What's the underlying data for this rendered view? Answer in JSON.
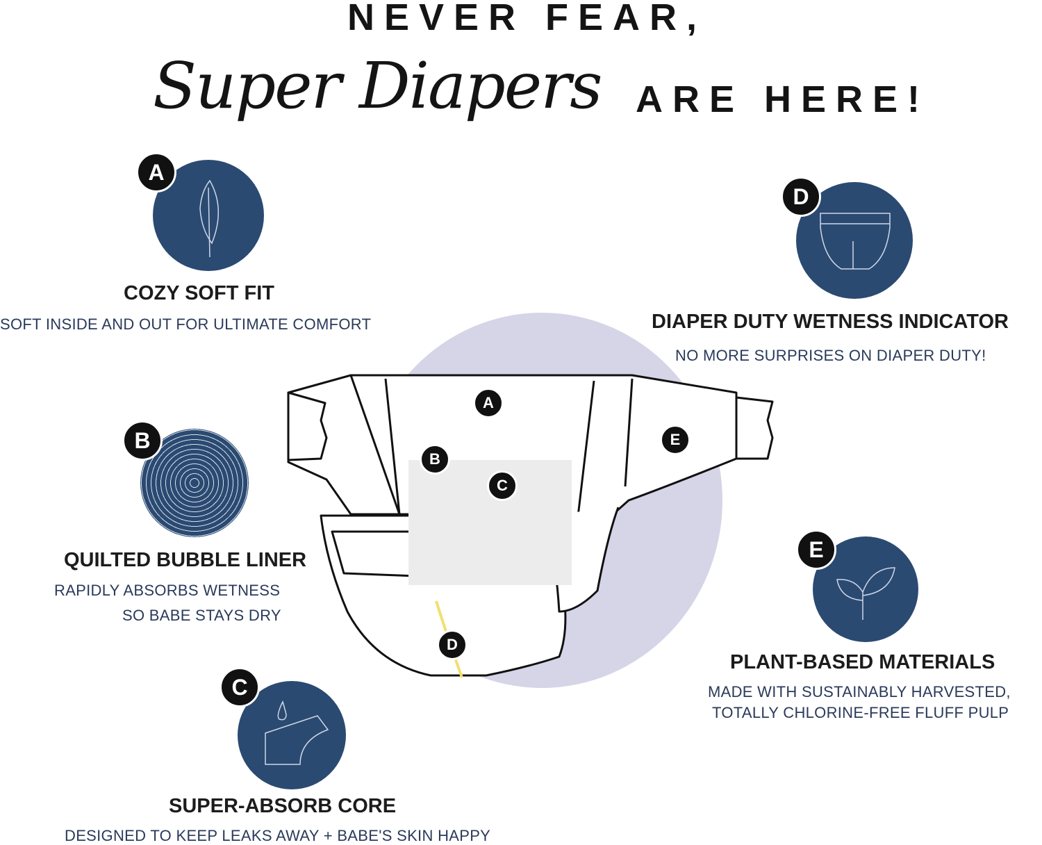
{
  "header": {
    "line1": "NEVER FEAR,",
    "script": "Super Diapers",
    "line2": "ARE HERE!"
  },
  "features": [
    {
      "letter": "A",
      "icon": "feather-icon",
      "title": "COZY SOFT FIT",
      "lines": [
        "SOFT INSIDE AND OUT FOR ULTIMATE COMFORT"
      ]
    },
    {
      "letter": "B",
      "icon": "bubble-pattern-icon",
      "title": "QUILTED BUBBLE LINER",
      "lines": [
        "RAPIDLY ABSORBS WETNESS",
        "SO BABE STAYS DRY"
      ]
    },
    {
      "letter": "C",
      "icon": "droplet-core-icon",
      "title": "SUPER-ABSORB CORE",
      "lines": [
        "DESIGNED TO KEEP LEAKS AWAY + BABE'S SKIN HAPPY"
      ]
    },
    {
      "letter": "D",
      "icon": "diaper-indicator-icon",
      "title": "DIAPER DUTY WETNESS INDICATOR",
      "lines": [
        "NO MORE SURPRISES ON DIAPER DUTY!"
      ]
    },
    {
      "letter": "E",
      "icon": "leaf-sprout-icon",
      "title": "PLANT-BASED MATERIALS",
      "lines": [
        "MADE WITH SUSTAINABLY HARVESTED,",
        "TOTALLY CHLORINE-FREE FLUFF PULP"
      ]
    }
  ],
  "diagram_markers": [
    "A",
    "B",
    "C",
    "D",
    "E"
  ],
  "colors": {
    "navy": "#2b4a72",
    "lavender": "#d6d4e7",
    "indicator": "#f0e070"
  }
}
